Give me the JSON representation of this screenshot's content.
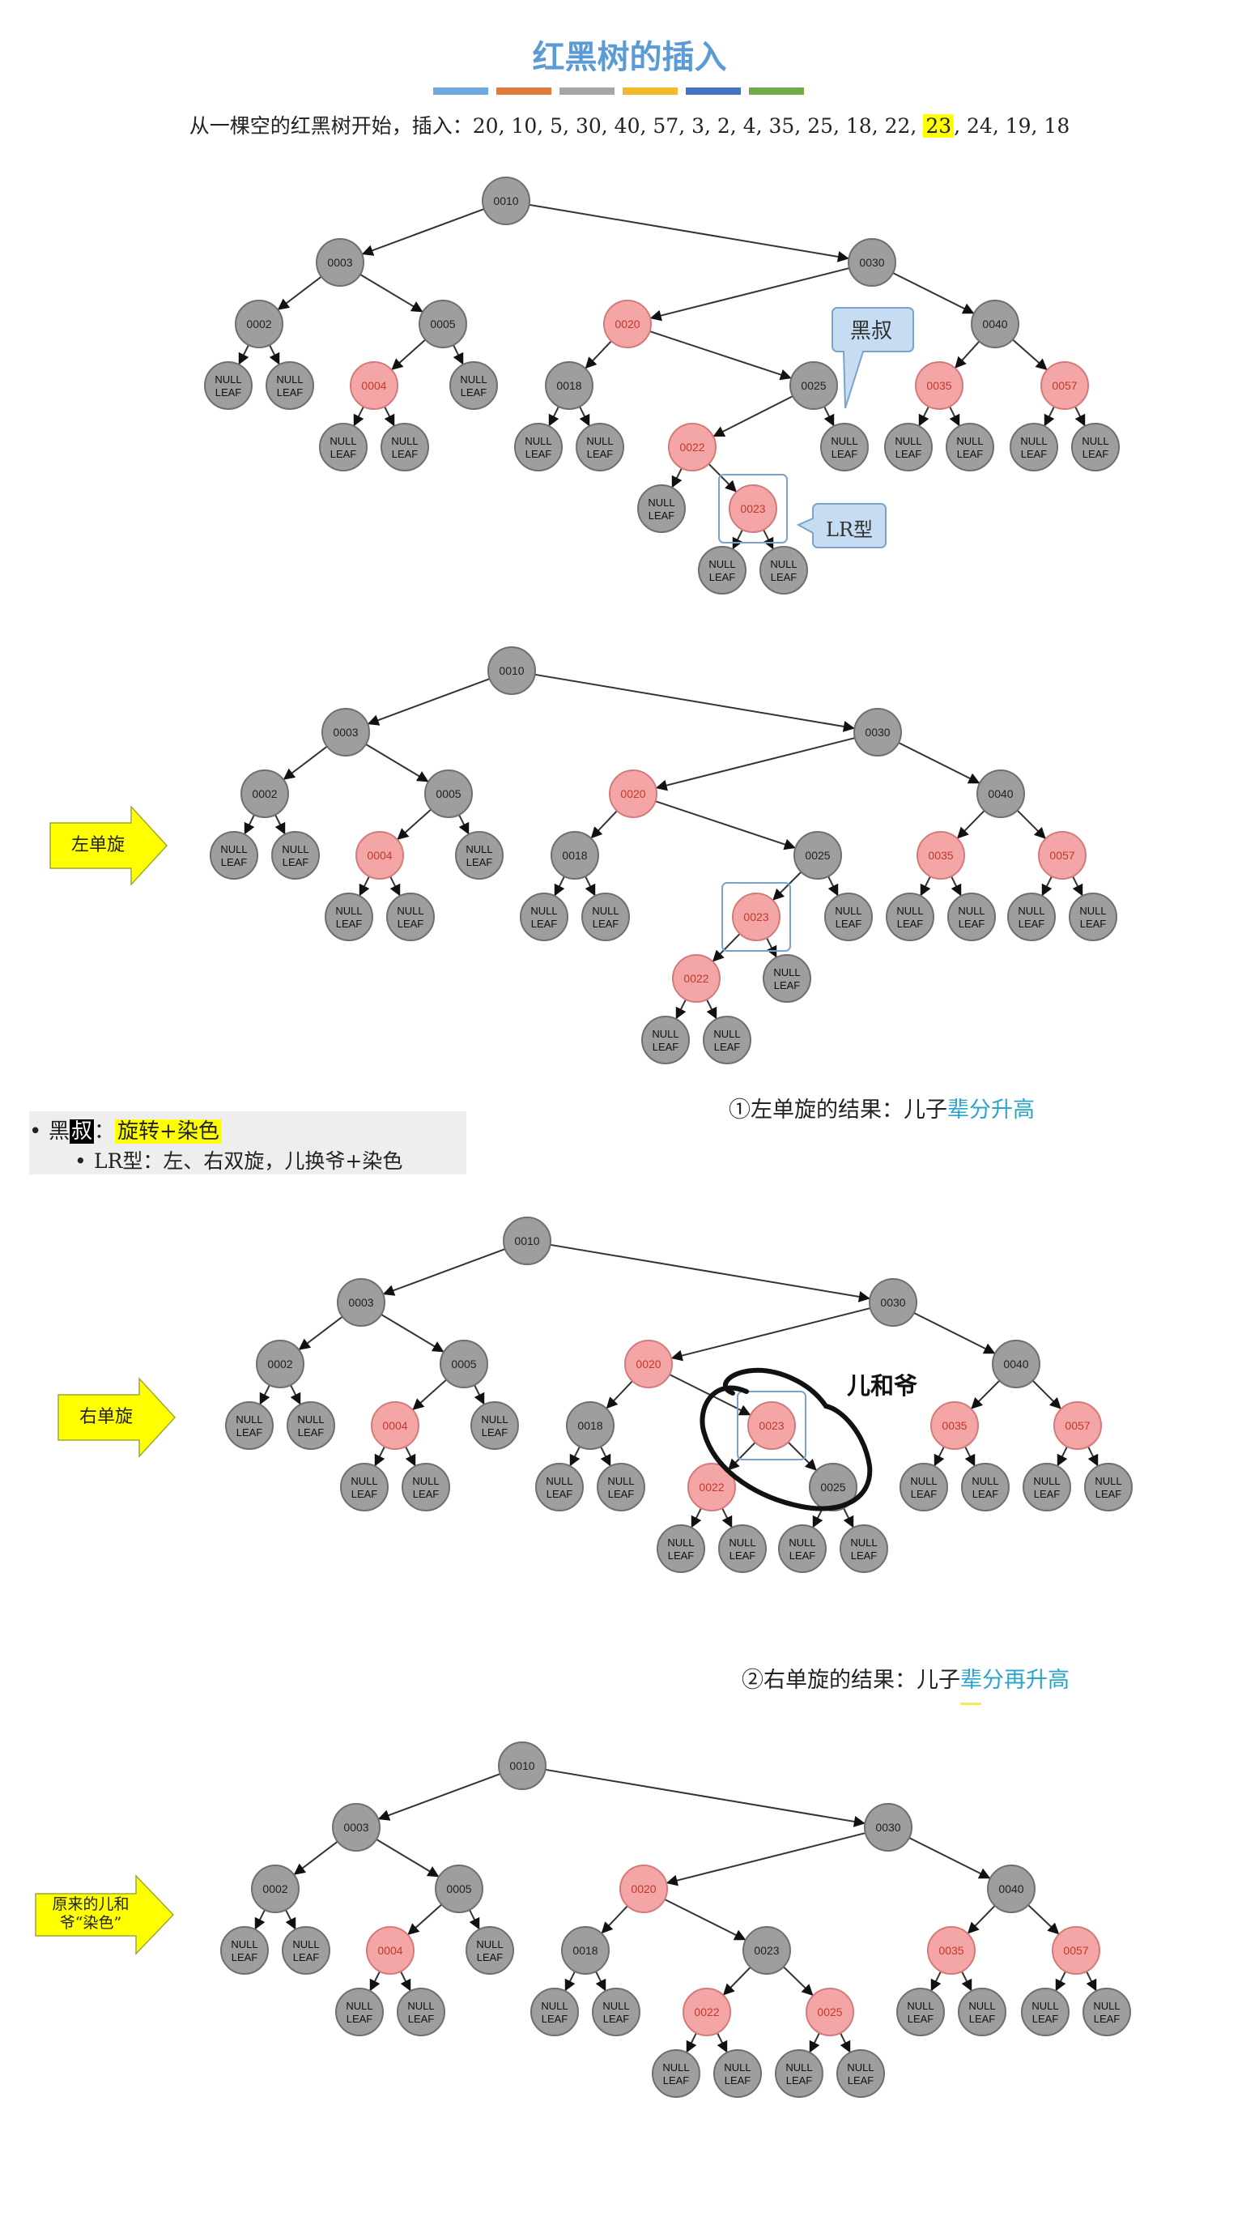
{
  "title": "红黑树的插入",
  "title_bar_colors": [
    "#6fa8dc",
    "#e07b39",
    "#a5a5a5",
    "#f2b92a",
    "#4472c4",
    "#70ad47"
  ],
  "subtitle": {
    "prefix": "从一棵空的红黑树开始，插入：",
    "before": "20, 10, 5, 30, 40, 57, 3, 2, 4, 35, 25, 18, 22, ",
    "highlight": "23",
    "after": ", 24, 19, 18"
  },
  "null_leaf": [
    "NULL",
    "LEAF"
  ],
  "colors": {
    "red_fill": "#f4a6a6",
    "red_text": "#c0392b",
    "black_fill": "#9e9e9e",
    "callout": "#c5dcf2",
    "arrow_yellow": "#ffff00"
  },
  "trees": [
    {
      "name": "tree-1-before",
      "nodes": [
        {
          "id": "n10",
          "label": "0010",
          "c": "B"
        },
        {
          "id": "n3",
          "label": "0003",
          "c": "B"
        },
        {
          "id": "n30",
          "label": "0030",
          "c": "B"
        },
        {
          "id": "n2",
          "label": "0002",
          "c": "B"
        },
        {
          "id": "n5",
          "label": "0005",
          "c": "B"
        },
        {
          "id": "n20",
          "label": "0020",
          "c": "R"
        },
        {
          "id": "n40",
          "label": "0040",
          "c": "B"
        },
        {
          "id": "n4",
          "label": "0004",
          "c": "R"
        },
        {
          "id": "n18",
          "label": "0018",
          "c": "B"
        },
        {
          "id": "n25",
          "label": "0025",
          "c": "B"
        },
        {
          "id": "n35",
          "label": "0035",
          "c": "R"
        },
        {
          "id": "n57",
          "label": "0057",
          "c": "R"
        },
        {
          "id": "n22",
          "label": "0022",
          "c": "R"
        },
        {
          "id": "n23",
          "label": "0023",
          "c": "R"
        }
      ],
      "edges": [
        [
          "n10",
          "n3"
        ],
        [
          "n10",
          "n30"
        ],
        [
          "n3",
          "n2"
        ],
        [
          "n3",
          "n5"
        ],
        [
          "n30",
          "n20"
        ],
        [
          "n30",
          "n40"
        ],
        [
          "n5",
          "n4"
        ],
        [
          "n20",
          "n18"
        ],
        [
          "n20",
          "n25"
        ],
        [
          "n40",
          "n35"
        ],
        [
          "n40",
          "n57"
        ],
        [
          "n25",
          "n22"
        ],
        [
          "n22",
          "n23"
        ]
      ],
      "highlighted": "n23"
    },
    {
      "name": "tree-2-left-rotate",
      "nodes": [
        {
          "id": "n10",
          "label": "0010",
          "c": "B"
        },
        {
          "id": "n3",
          "label": "0003",
          "c": "B"
        },
        {
          "id": "n30",
          "label": "0030",
          "c": "B"
        },
        {
          "id": "n2",
          "label": "0002",
          "c": "B"
        },
        {
          "id": "n5",
          "label": "0005",
          "c": "B"
        },
        {
          "id": "n20",
          "label": "0020",
          "c": "R"
        },
        {
          "id": "n40",
          "label": "0040",
          "c": "B"
        },
        {
          "id": "n4",
          "label": "0004",
          "c": "R"
        },
        {
          "id": "n18",
          "label": "0018",
          "c": "B"
        },
        {
          "id": "n25",
          "label": "0025",
          "c": "B"
        },
        {
          "id": "n35",
          "label": "0035",
          "c": "R"
        },
        {
          "id": "n57",
          "label": "0057",
          "c": "R"
        },
        {
          "id": "n23",
          "label": "0023",
          "c": "R"
        },
        {
          "id": "n22",
          "label": "0022",
          "c": "R"
        }
      ],
      "edges": [
        [
          "n10",
          "n3"
        ],
        [
          "n10",
          "n30"
        ],
        [
          "n3",
          "n2"
        ],
        [
          "n3",
          "n5"
        ],
        [
          "n30",
          "n20"
        ],
        [
          "n30",
          "n40"
        ],
        [
          "n5",
          "n4"
        ],
        [
          "n20",
          "n18"
        ],
        [
          "n20",
          "n25"
        ],
        [
          "n40",
          "n35"
        ],
        [
          "n40",
          "n57"
        ],
        [
          "n25",
          "n23"
        ],
        [
          "n23",
          "n22"
        ]
      ],
      "highlighted": "n23"
    },
    {
      "name": "tree-3-right-rotate",
      "nodes": [
        {
          "id": "n10",
          "label": "0010",
          "c": "B"
        },
        {
          "id": "n3",
          "label": "0003",
          "c": "B"
        },
        {
          "id": "n30",
          "label": "0030",
          "c": "B"
        },
        {
          "id": "n2",
          "label": "0002",
          "c": "B"
        },
        {
          "id": "n5",
          "label": "0005",
          "c": "B"
        },
        {
          "id": "n20",
          "label": "0020",
          "c": "R"
        },
        {
          "id": "n40",
          "label": "0040",
          "c": "B"
        },
        {
          "id": "n4",
          "label": "0004",
          "c": "R"
        },
        {
          "id": "n18",
          "label": "0018",
          "c": "B"
        },
        {
          "id": "n23",
          "label": "0023",
          "c": "R"
        },
        {
          "id": "n35",
          "label": "0035",
          "c": "R"
        },
        {
          "id": "n57",
          "label": "0057",
          "c": "R"
        },
        {
          "id": "n22",
          "label": "0022",
          "c": "R"
        },
        {
          "id": "n25",
          "label": "0025",
          "c": "B"
        }
      ],
      "edges": [
        [
          "n10",
          "n3"
        ],
        [
          "n10",
          "n30"
        ],
        [
          "n3",
          "n2"
        ],
        [
          "n3",
          "n5"
        ],
        [
          "n30",
          "n20"
        ],
        [
          "n30",
          "n40"
        ],
        [
          "n5",
          "n4"
        ],
        [
          "n20",
          "n18"
        ],
        [
          "n20",
          "n23"
        ],
        [
          "n40",
          "n35"
        ],
        [
          "n40",
          "n57"
        ],
        [
          "n23",
          "n22"
        ],
        [
          "n23",
          "n25"
        ]
      ],
      "highlighted": "n23"
    },
    {
      "name": "tree-4-recolored",
      "nodes": [
        {
          "id": "n10",
          "label": "0010",
          "c": "B"
        },
        {
          "id": "n3",
          "label": "0003",
          "c": "B"
        },
        {
          "id": "n30",
          "label": "0030",
          "c": "B"
        },
        {
          "id": "n2",
          "label": "0002",
          "c": "B"
        },
        {
          "id": "n5",
          "label": "0005",
          "c": "B"
        },
        {
          "id": "n20",
          "label": "0020",
          "c": "R"
        },
        {
          "id": "n40",
          "label": "0040",
          "c": "B"
        },
        {
          "id": "n4",
          "label": "0004",
          "c": "R"
        },
        {
          "id": "n18",
          "label": "0018",
          "c": "B"
        },
        {
          "id": "n23",
          "label": "0023",
          "c": "B"
        },
        {
          "id": "n35",
          "label": "0035",
          "c": "R"
        },
        {
          "id": "n57",
          "label": "0057",
          "c": "R"
        },
        {
          "id": "n22",
          "label": "0022",
          "c": "R"
        },
        {
          "id": "n25",
          "label": "0025",
          "c": "R"
        }
      ],
      "edges": [
        [
          "n10",
          "n3"
        ],
        [
          "n10",
          "n30"
        ],
        [
          "n3",
          "n2"
        ],
        [
          "n3",
          "n5"
        ],
        [
          "n30",
          "n20"
        ],
        [
          "n30",
          "n40"
        ],
        [
          "n5",
          "n4"
        ],
        [
          "n20",
          "n18"
        ],
        [
          "n20",
          "n23"
        ],
        [
          "n40",
          "n35"
        ],
        [
          "n40",
          "n57"
        ],
        [
          "n23",
          "n22"
        ],
        [
          "n23",
          "n25"
        ]
      ],
      "highlighted": null
    }
  ],
  "callouts": {
    "black_uncle": "黑叔",
    "lr_type": "LR型"
  },
  "arrows": {
    "left_rotate": "左单旋",
    "right_rotate": "右单旋",
    "recolor_line1": "原来的儿和",
    "recolor_line2": "爷“染色”"
  },
  "captions": {
    "left_result_prefix": "①左单旋的结果：儿子",
    "left_result_highlight": "辈分升高",
    "right_result_prefix": "②右单旋的结果：儿子",
    "right_result_highlight": "辈分再升高"
  },
  "notes": {
    "line1_prefix": "黑",
    "line1_inverted": "叔",
    "line1_colon": "：",
    "line1_highlight": "旋转+染色",
    "line2": "LR型：左、右双旋，儿换爷+染色",
    "bullet1": "•",
    "bullet2": "•"
  },
  "hand_annotation": "儿和爷"
}
